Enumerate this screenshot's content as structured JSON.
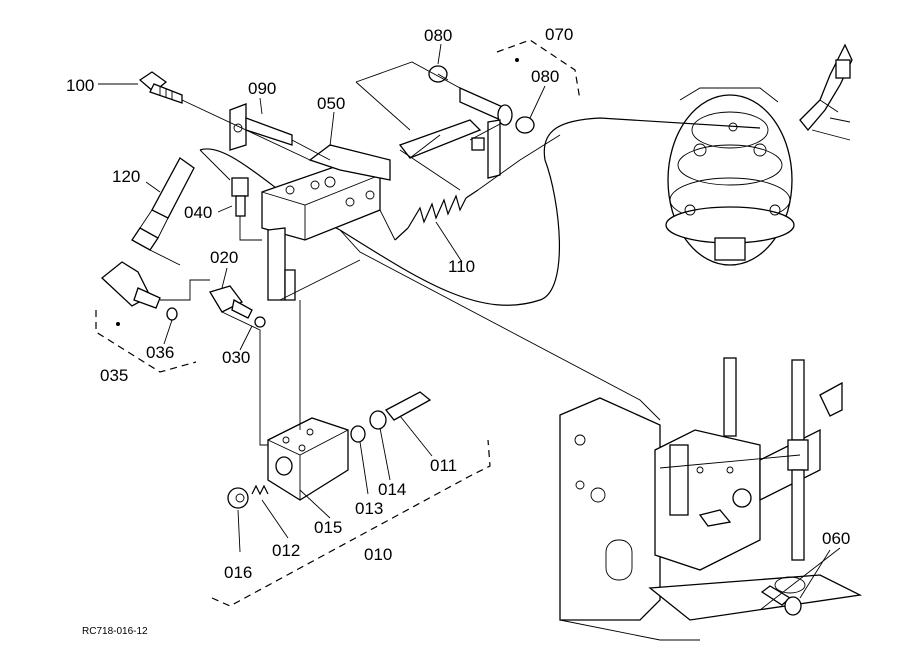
{
  "callouts": {
    "c100": "100",
    "c090": "090",
    "c080a": "080",
    "c070": "070",
    "c080b": "080",
    "c050": "050",
    "c120": "120",
    "c040": "040",
    "c020": "020",
    "c110": "110",
    "c036": "036",
    "c030": "030",
    "c035": "035",
    "c011": "011",
    "c014": "014",
    "c013": "013",
    "c015": "015",
    "c012": "012",
    "c016": "016",
    "c010": "010",
    "c060": "060"
  },
  "drawing_code": "RC718-016-12"
}
